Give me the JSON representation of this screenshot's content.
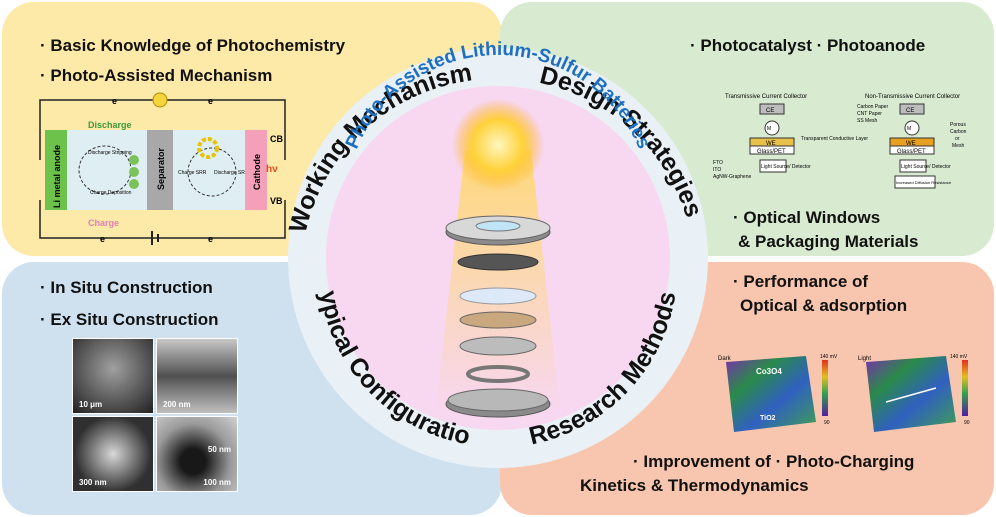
{
  "quadrants": {
    "top_left": {
      "bullets": [
        "· Basic Knowledge of Photochemistry",
        "· Photo-Assisted Mechanism"
      ],
      "schematic": {
        "electron": "e",
        "discharge": "Discharge",
        "charge": "Charge",
        "anode": "Li metal anode",
        "separator": "Separator",
        "cathode": "Cathode",
        "cb": "CB",
        "vb": "VB",
        "hv": "hν",
        "left_labels": [
          "Discharge Stripping",
          "Charge Deposition"
        ],
        "right_labels": [
          "Charge SRR",
          "Discharge SRR"
        ]
      }
    },
    "top_right": {
      "bullets": [
        "· Photocatalyst  · Photoanode",
        "· Optical Windows",
        "& Packaging Materials"
      ],
      "schematic": {
        "left_title": "Transmissive Current Collector",
        "right_title": "Non-Transmissive Current Collector",
        "ce": "CE",
        "m": "M",
        "we": "WE",
        "glass": "Glass/PET",
        "detector": "Light Source/ Detector",
        "conductive": "Transparent Conductive Layer",
        "fto": [
          "FTO",
          "ITO",
          "AgNW-Graphene"
        ],
        "carbon": [
          "Carbon Paper",
          "CNT Paper",
          "SS Mesh"
        ],
        "porous": [
          "Porous",
          "Carbon",
          "or",
          "Mesh"
        ],
        "resistance": "Increased Diffusion Resistance"
      }
    },
    "bottom_left": {
      "bullets": [
        "· In Situ Construction",
        "· Ex Situ Construction"
      ],
      "scales": [
        "10 μm",
        "200 nm",
        "300 nm",
        "100 nm",
        "50 nm"
      ]
    },
    "bottom_right": {
      "bullets": [
        "· Performance of",
        "Optical & adsorption",
        "· Improvement of  · Photo-Charging",
        "Kinetics & Thermodynamics"
      ],
      "maps": {
        "dark": "Dark",
        "light": "Light",
        "co": "Co3O4",
        "tio": "TiO2",
        "mv_top": "140 mV",
        "mv_bottom": "90"
      }
    }
  },
  "ring": {
    "top_left": "Working Mechanism",
    "top_right": "Design Strategies",
    "bottom_left": "Typical Configuration",
    "bottom_right": "Research Methods",
    "center": "Photo-Assisted Lithium-Sulfur Batteries"
  },
  "colors": {
    "top_left": "#fde9a8",
    "top_right": "#d8ead0",
    "bottom_left": "#cfe1ef",
    "bottom_right": "#f8c6ae",
    "center_fill": "#f8d7f0",
    "title_blue": "#1e6fc0"
  }
}
